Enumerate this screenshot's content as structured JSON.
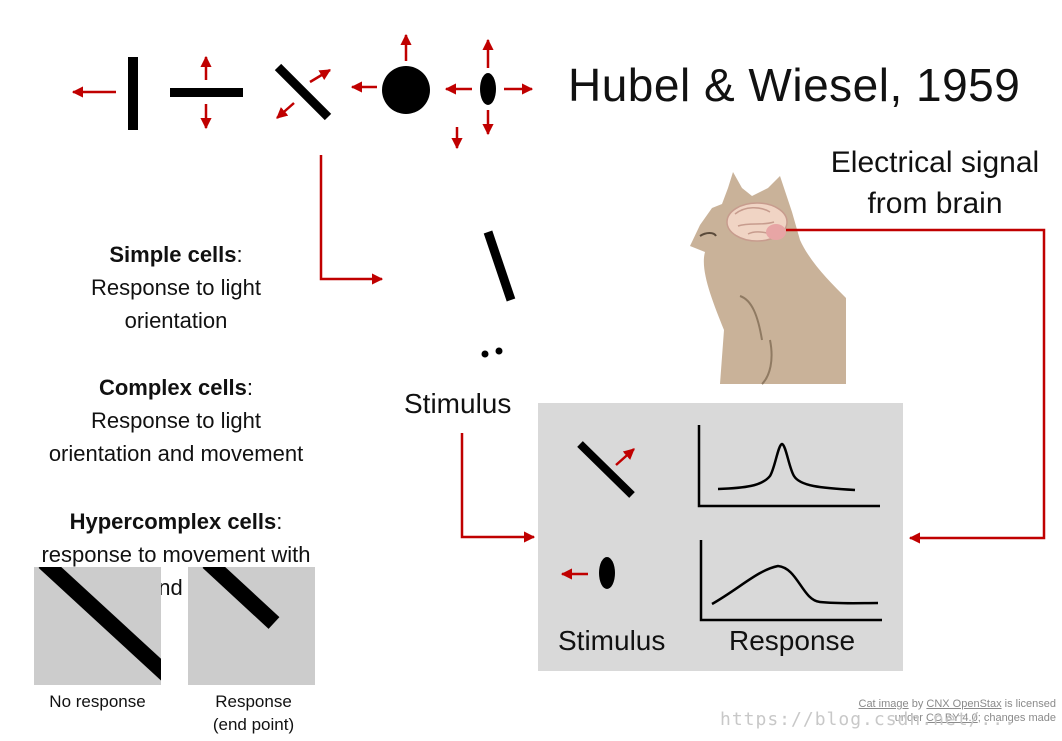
{
  "title": "Hubel & Wiesel, 1959",
  "electrical_signal": {
    "line1": "Electrical signal",
    "line2": "from brain"
  },
  "cells": [
    {
      "name": "Simple cells",
      "colon": ":",
      "line1": "Response to light",
      "line2": "orientation"
    },
    {
      "name": "Complex cells",
      "colon": ":",
      "line1": "Response to light",
      "line2": "orientation and movement"
    },
    {
      "name": "Hypercomplex cells",
      "colon": ":",
      "line1": "response to movement with",
      "line2": "an end point"
    }
  ],
  "stimulus_label": "Stimulus",
  "panel": {
    "stimulus": "Stimulus",
    "response": "Response"
  },
  "thumbnails": [
    {
      "caption1": "No response",
      "caption2": ""
    },
    {
      "caption1": "Response",
      "caption2": "(end point)"
    }
  ],
  "credit": {
    "line1_a": "Cat image",
    "line1_b": " by ",
    "line1_c": "CNX OpenStax",
    "line1_d": " is licensed",
    "line2_a": "under ",
    "line2_b": "CC BY 4.0",
    "line2_c": "; changes made"
  },
  "watermark": "https://blog.csdn.net/...",
  "colors": {
    "arrow": "#c00000",
    "ink": "#000000",
    "panel": "#d9d9d9",
    "cat": "#c9b299"
  }
}
